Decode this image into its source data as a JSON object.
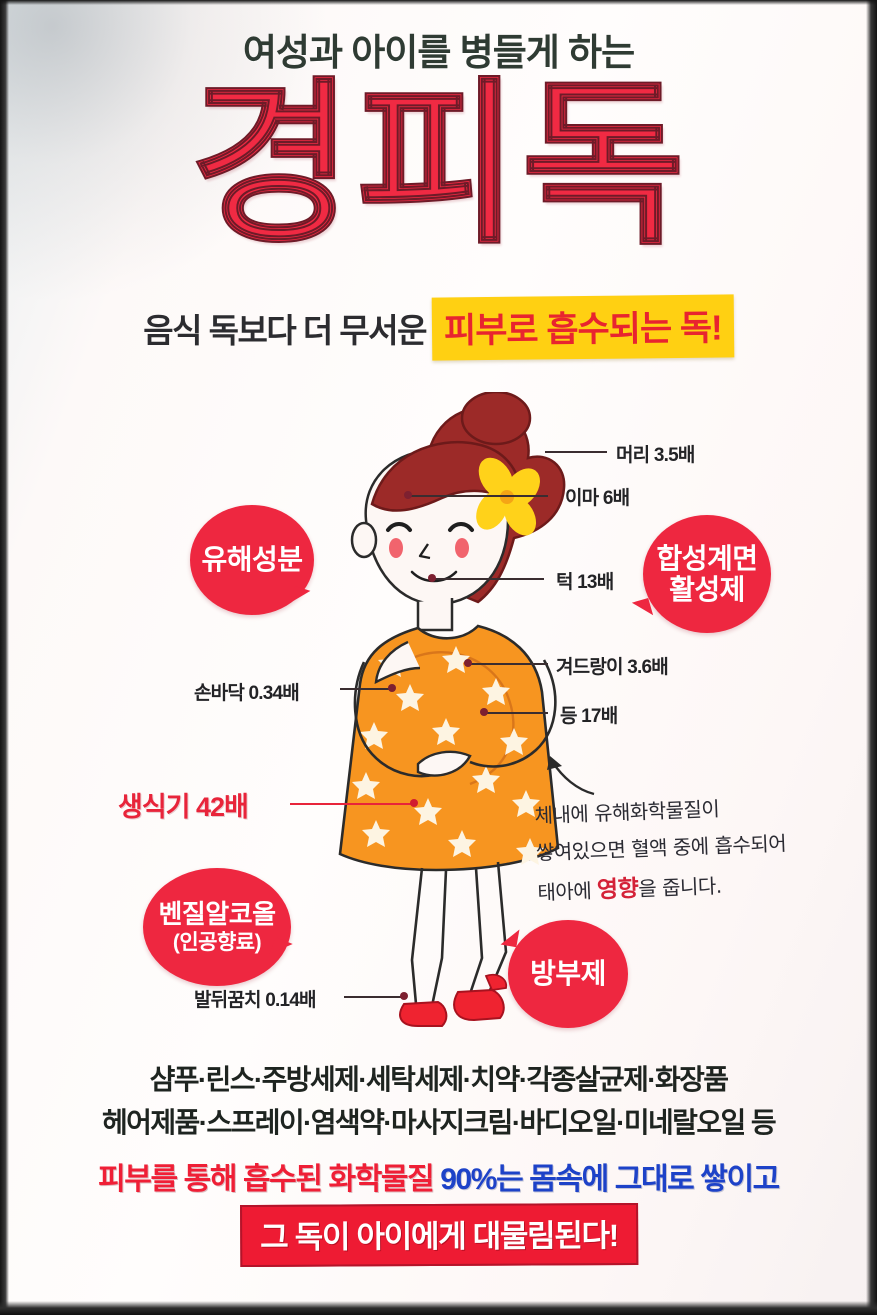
{
  "poster": {
    "kicker": "여성과 아이를 병들게 하는",
    "title": "경피독",
    "subtitle_plain": "음식 독보다 더 무서운",
    "subtitle_highlight": "피부로 흡수되는 독!"
  },
  "absorption_labels": [
    {
      "name": "head",
      "text": "머리 3.5배"
    },
    {
      "name": "forehead",
      "text": "이마 6배"
    },
    {
      "name": "jaw",
      "text": "턱 13배"
    },
    {
      "name": "armpit",
      "text": "겨드랑이 3.6배"
    },
    {
      "name": "back",
      "text": "등 17배"
    },
    {
      "name": "palm",
      "text": "손바닥 0.34배"
    },
    {
      "name": "genitals",
      "text": "생식기 42배"
    },
    {
      "name": "heel",
      "text": "발뒤꿈치 0.14배"
    }
  ],
  "bubbles": [
    {
      "name": "harmful-ingredients",
      "line1": "유해성분",
      "line2": "",
      "sub": ""
    },
    {
      "name": "synthetic-surfactant",
      "line1": "합성계면",
      "line2": "활성제",
      "sub": ""
    },
    {
      "name": "benzyl-alcohol",
      "line1": "벤질알코올",
      "line2": "",
      "sub": "(인공향료)"
    },
    {
      "name": "preservative",
      "line1": "방부제",
      "line2": "",
      "sub": ""
    }
  ],
  "note": {
    "line1": "체내에 유해화학물질이",
    "line2": "쌓여있으면 혈액 중에 흡수되어",
    "line3_before": "태아에 ",
    "line3_em": "영향",
    "line3_after": "을 줍니다."
  },
  "products": {
    "line1": "샴푸·린스·주방세제·세탁세제·치약·각종살균제·화장품",
    "line2": "헤어제품·스프레이·염색약·마사지크림·바디오일·미네랄오일 등"
  },
  "claim": {
    "part1_red": "피부를 통해 흡수된 화학물질 ",
    "part2_blue": "90%는 몸속에 그대로 쌓이고",
    "banner": "그 독이 아이에게 대물림된다!"
  },
  "colors": {
    "title_red": "#f02a43",
    "highlight_yellow": "#ffd012",
    "bubble_red": "#ee2740",
    "claim_blue": "#1d42c8",
    "dress_orange": "#f79520",
    "hair_dark_red": "#9c2a28"
  },
  "illustration": {
    "name": "pregnant-woman-illustration",
    "hair": "hair-bun",
    "flower": "yellow-flower-hair-pin",
    "dress": "orange-star-print-dress",
    "shoes": "red-shoes",
    "arrow": "curved-arrow-to-note"
  }
}
